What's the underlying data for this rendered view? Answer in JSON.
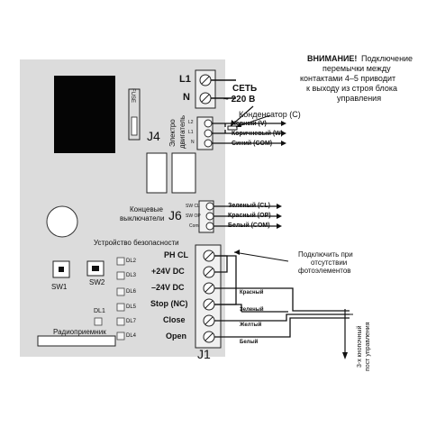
{
  "warning": {
    "title": "ВНИМАНИЕ!",
    "line1": "Подключение",
    "line2": "перемычки между",
    "line3": "контактами 4–5 приводит",
    "line4": "к выходу из строя блока",
    "line5": "управления"
  },
  "mains": {
    "l1": "L1",
    "n": "N",
    "title1": "СЕТЬ",
    "title2": "~ 220 В"
  },
  "board": {
    "fuse": "FUSE",
    "j4": "J4",
    "motor_label1": "Электро",
    "motor_label2": "двигатель",
    "j4_pins": [
      "L2",
      "L1",
      "N"
    ],
    "j6": "J6",
    "limits_label1": "Концевые",
    "limits_label2": "выключатели",
    "j6_pins": [
      "SW CL",
      "SW OP",
      "Com"
    ],
    "safety_label": "Устройство безопасности",
    "j1": "J1",
    "j1_terminals": [
      "PH CL",
      "+24V DC",
      "–24V DC",
      "Stop (NC)",
      "Close",
      "Open"
    ],
    "leds": [
      "DL2",
      "DL3",
      "DL6",
      "DL5",
      "DL7",
      "DL1",
      "DL4"
    ],
    "sw1": "SW1",
    "sw2": "SW2",
    "dl1": "DL1",
    "receiver": "Радиоприемник"
  },
  "capacitor": "Конденсатор (С)",
  "motor_wires": [
    "Черный (V)",
    "Коричневый (W)",
    "Синий (COM)"
  ],
  "limit_wires": [
    "Зеленый (CL)",
    "Красный (OP)",
    "Белый (COM)"
  ],
  "photocell_note": {
    "line1": "Подключить при",
    "line2": "отсутствии",
    "line3": "фотоэлементов"
  },
  "button_wires": [
    "Красный",
    "Зеленый",
    "Желтый",
    "Белый"
  ],
  "push_station": {
    "line1": "3-х кнопочный",
    "line2": "пост управления"
  }
}
